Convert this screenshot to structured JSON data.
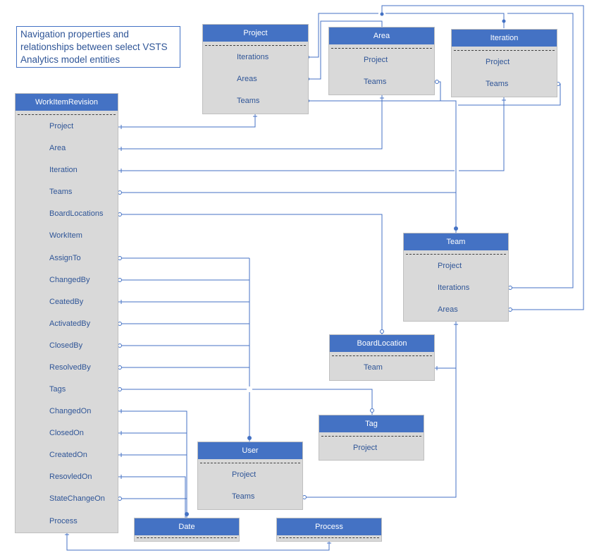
{
  "caption": "Navigation properties and relationships between select VSTS Analytics model entities",
  "colors": {
    "header": "#4472C4",
    "body": "#D9D9D9",
    "line": "#4472C4",
    "text": "#2F5597"
  },
  "entities": {
    "project": {
      "title": "Project",
      "properties": [
        "Iterations",
        "Areas",
        "Teams"
      ]
    },
    "area": {
      "title": "Area",
      "properties": [
        "Project",
        "Teams"
      ]
    },
    "iteration": {
      "title": "Iteration",
      "properties": [
        "Project",
        "Teams"
      ]
    },
    "workitemrevision": {
      "title": "WorkItemRevision",
      "properties": [
        "Project",
        "Area",
        "Iteration",
        "Teams",
        "BoardLocations",
        "WorkItem",
        "AssignTo",
        "ChangedBy",
        "CeatedBy",
        "ActivatedBy",
        "ClosedBy",
        "ResolvedBy",
        "Tags",
        "ChangedOn",
        "ClosedOn",
        "CreatedOn",
        "ResovledOn",
        "StateChangeOn",
        "Process"
      ]
    },
    "team": {
      "title": "Team",
      "properties": [
        "Project",
        "Iterations",
        "Areas"
      ]
    },
    "boardlocation": {
      "title": "BoardLocation",
      "properties": [
        "Team"
      ]
    },
    "tag": {
      "title": "Tag",
      "properties": [
        "Project"
      ]
    },
    "user": {
      "title": "User",
      "properties": [
        "Project",
        "Teams"
      ]
    },
    "date": {
      "title": "Date",
      "properties": []
    },
    "process": {
      "title": "Process",
      "properties": []
    }
  }
}
